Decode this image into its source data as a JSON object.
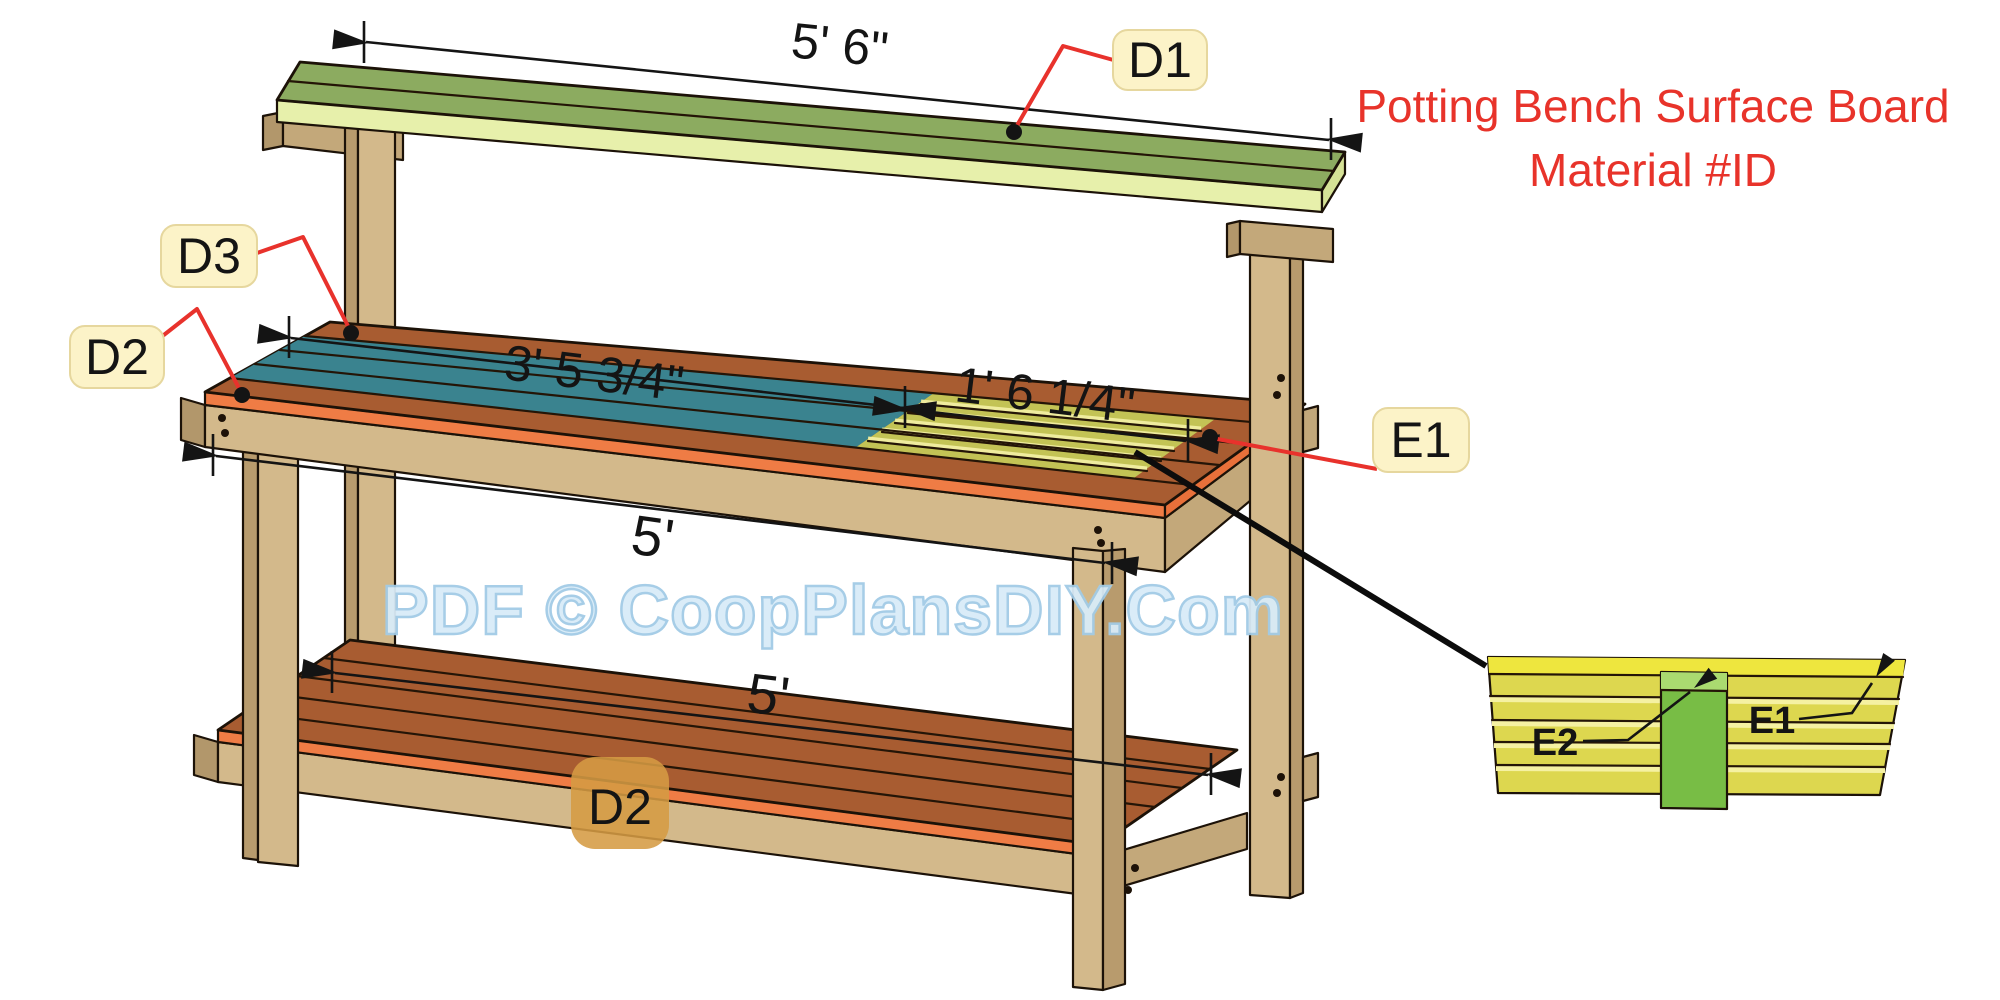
{
  "title": {
    "line1": "Potting Bench Surface Board",
    "line2": "Material #ID"
  },
  "watermark": "PDF © CoopPlansDIY.Com",
  "dims": {
    "top_shelf": "5' 6\"",
    "teal_boards": "3' 5 3/4\"",
    "yellow_slats": "1' 6 1/4\"",
    "middle_shelf": "5'",
    "bottom_shelf": "5'"
  },
  "callouts": {
    "d1": "D1",
    "d3": "D3",
    "d2": "D2",
    "e1": "E1",
    "d2_bottom": "D2"
  },
  "inset": {
    "e2": "E2",
    "e1": "E1"
  },
  "colors": {
    "green_board": "#8cab60",
    "green_edge": "#e7f0ab",
    "teal_board": "#3a838f",
    "sienna_board": "#a85c31",
    "orange_trim": "#ef7c45",
    "yellow_slat": "#c3c355",
    "slat_gap": "#efec9e",
    "inset_slat": "#ddd74f",
    "inset_slat_top": "#eee63e",
    "inset_green": "#78bd45",
    "inset_green_light": "#aada70",
    "wood": "#d3b98b",
    "wood_dark": "#b89b6d",
    "label_bg": "#fcf3c8",
    "label_d2_bg": "#d59b43",
    "callout_red": "#e8322c",
    "title_red": "#e8332a",
    "watermark_blue": "#d9ecf8"
  }
}
